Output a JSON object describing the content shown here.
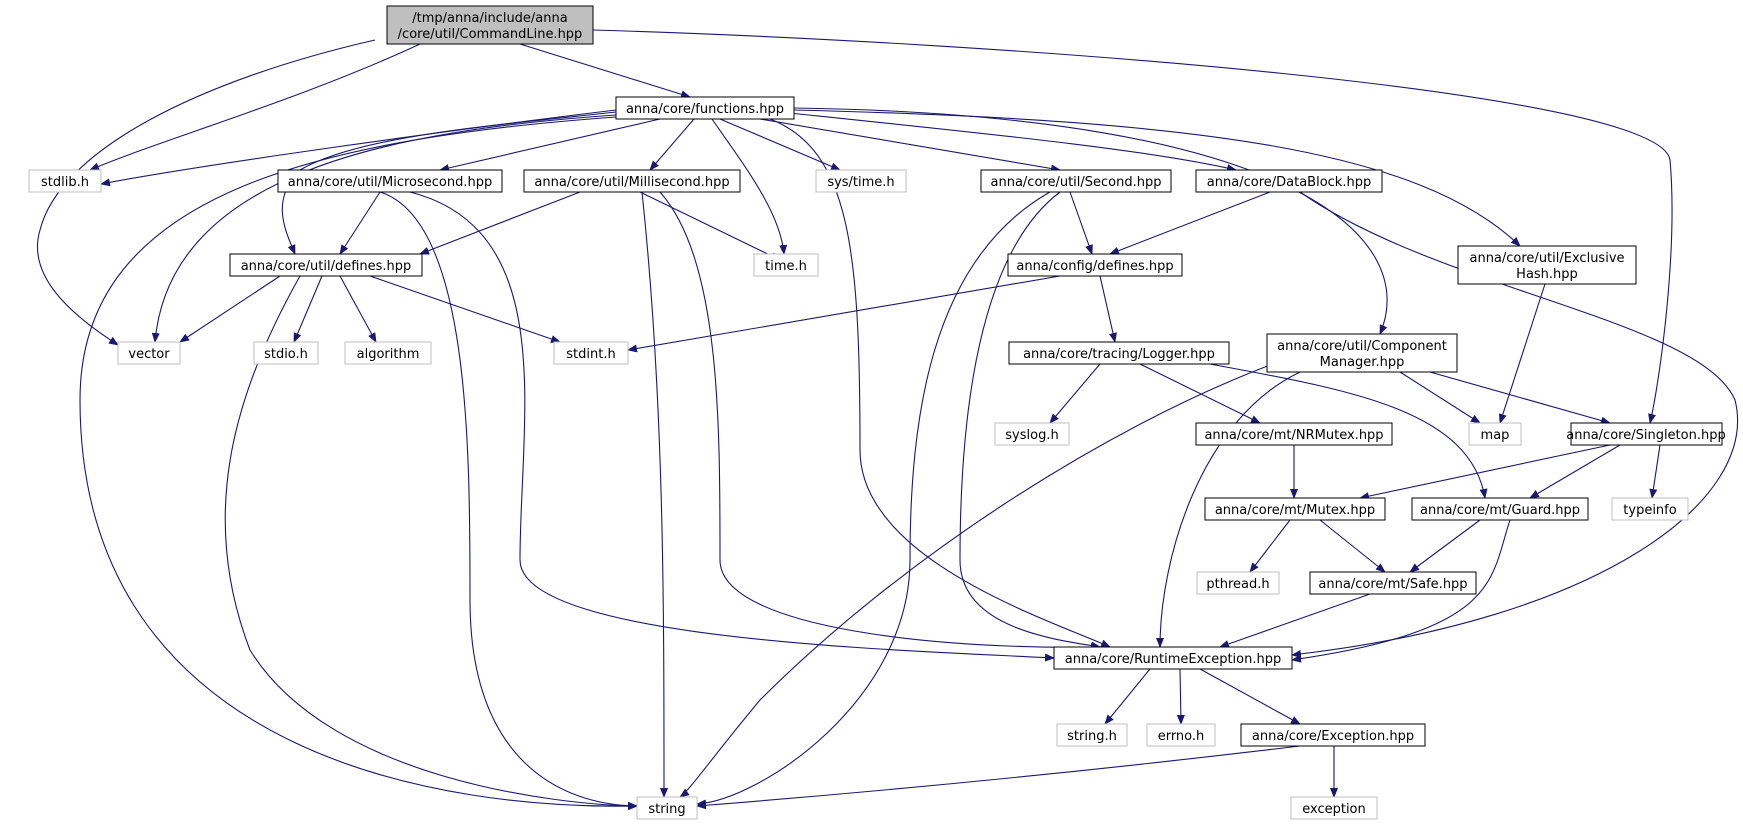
{
  "colors": {
    "edge": "#191970",
    "root_fill": "#bfbfbf",
    "sys_border": "#bfbfbf",
    "file_border": "#000000"
  },
  "nodes": {
    "CommandLine": {
      "lines": [
        "/tmp/anna/include/anna",
        "/core/util/CommandLine.hpp"
      ]
    },
    "functions": {
      "lines": [
        "anna/core/functions.hpp"
      ]
    },
    "stdlib": {
      "lines": [
        "stdlib.h"
      ]
    },
    "Microsecond": {
      "lines": [
        "anna/core/util/Microsecond.hpp"
      ]
    },
    "Millisecond": {
      "lines": [
        "anna/core/util/Millisecond.hpp"
      ]
    },
    "systime": {
      "lines": [
        "sys/time.h"
      ]
    },
    "Second": {
      "lines": [
        "anna/core/util/Second.hpp"
      ]
    },
    "DataBlock": {
      "lines": [
        "anna/core/DataBlock.hpp"
      ]
    },
    "utildefines": {
      "lines": [
        "anna/core/util/defines.hpp"
      ]
    },
    "timeh": {
      "lines": [
        "time.h"
      ]
    },
    "configdefines": {
      "lines": [
        "anna/config/defines.hpp"
      ]
    },
    "ExclusiveHash": {
      "lines": [
        "anna/core/util/Exclusive",
        "Hash.hpp"
      ]
    },
    "vector": {
      "lines": [
        "vector"
      ]
    },
    "stdio": {
      "lines": [
        "stdio.h"
      ]
    },
    "algorithm": {
      "lines": [
        "algorithm"
      ]
    },
    "stdint": {
      "lines": [
        "stdint.h"
      ]
    },
    "Logger": {
      "lines": [
        "anna/core/tracing/Logger.hpp"
      ]
    },
    "ComponentManager": {
      "lines": [
        "anna/core/util/Component",
        "Manager.hpp"
      ]
    },
    "syslog": {
      "lines": [
        "syslog.h"
      ]
    },
    "NRMutex": {
      "lines": [
        "anna/core/mt/NRMutex.hpp"
      ]
    },
    "map": {
      "lines": [
        "map"
      ]
    },
    "Singleton": {
      "lines": [
        "anna/core/Singleton.hpp"
      ]
    },
    "Mutex": {
      "lines": [
        "anna/core/mt/Mutex.hpp"
      ]
    },
    "Guard": {
      "lines": [
        "anna/core/mt/Guard.hpp"
      ]
    },
    "typeinfo": {
      "lines": [
        "typeinfo"
      ]
    },
    "pthread": {
      "lines": [
        "pthread.h"
      ]
    },
    "Safe": {
      "lines": [
        "anna/core/mt/Safe.hpp"
      ]
    },
    "RuntimeException": {
      "lines": [
        "anna/core/RuntimeException.hpp"
      ]
    },
    "stringh": {
      "lines": [
        "string.h"
      ]
    },
    "errno": {
      "lines": [
        "errno.h"
      ]
    },
    "Exception": {
      "lines": [
        "anna/core/Exception.hpp"
      ]
    },
    "string": {
      "lines": [
        "string"
      ]
    },
    "exception": {
      "lines": [
        "exception"
      ]
    }
  }
}
